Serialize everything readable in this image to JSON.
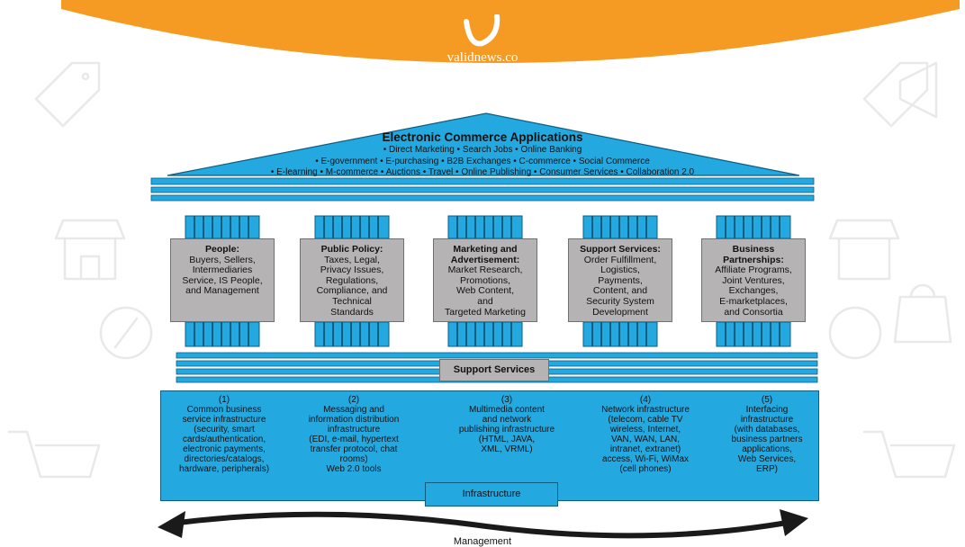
{
  "site": {
    "name": "validnews.co",
    "logo_icon": "v-logo-icon"
  },
  "colors": {
    "banner": "#f59a23",
    "structure": "#23a8e0",
    "panel": "#b5b3b4",
    "outline": "#0d5d80"
  },
  "roof": {
    "title": "Electronic Commerce Applications",
    "lines": [
      "• Direct Marketing  • Search Jobs  • Online Banking",
      "• E-government  • E-purchasing  • B2B Exchanges  • C-commerce  • Social Commerce",
      "• E-learning  • M-commerce  • Auctions  • Travel • Online Publishing  • Consumer Services  • Collaboration 2.0"
    ]
  },
  "pillars": [
    {
      "title": "People:",
      "lines": [
        "Buyers, Sellers,",
        "Intermediaries",
        "Service, IS People,",
        "and Management"
      ]
    },
    {
      "title": "Public Policy:",
      "lines": [
        "Taxes, Legal,",
        "Privacy Issues,",
        "Regulations,",
        "Compliance, and",
        "Technical",
        "Standards"
      ]
    },
    {
      "title": "Marketing and\nAdvertisement:",
      "lines": [
        "Market Research,",
        "Promotions,",
        "Web Content,",
        "and",
        "Targeted Marketing"
      ]
    },
    {
      "title": "Support Services:",
      "lines": [
        "Order Fulfillment,",
        "Logistics,",
        "Payments,",
        "Content, and",
        "Security System",
        "Development"
      ]
    },
    {
      "title": "Business\nPartnerships:",
      "lines": [
        "Affiliate Programs,",
        "Joint Ventures,",
        "Exchanges,",
        "E-marketplaces,",
        "and Consortia"
      ]
    }
  ],
  "support_services_label": "Support Services",
  "infrastructure_columns": [
    {
      "number": "(1)",
      "lines": [
        "Common business",
        "service infrastructure",
        "(security, smart",
        "cards/authentication,",
        "electronic payments,",
        "directories/catalogs,",
        "hardware, peripherals)"
      ]
    },
    {
      "number": "(2)",
      "lines": [
        "Messaging and",
        "information distribution",
        "infrastructure",
        "(EDI, e-mail, hypertext",
        "transfer protocol, chat",
        "rooms)",
        "Web 2.0 tools"
      ]
    },
    {
      "number": "(3)",
      "lines": [
        "Multimedia content",
        "and network",
        "publishing infrastructure",
        "(HTML, JAVA,",
        "XML, VRML)"
      ]
    },
    {
      "number": "(4)",
      "lines": [
        "Network infrastructure",
        "(telecom, cable TV",
        "wireless, Internet,",
        "VAN, WAN, LAN,",
        "intranet, extranet)",
        "access, Wi-Fi, WiMax",
        "(cell phones)"
      ]
    },
    {
      "number": "(5)",
      "lines": [
        "Interfacing",
        "infrastructure",
        "(with databases,",
        "business partners",
        "applications,",
        "Web Services,",
        "ERP)"
      ]
    }
  ],
  "infrastructure_label": "Infrastructure",
  "management_label": "Management"
}
